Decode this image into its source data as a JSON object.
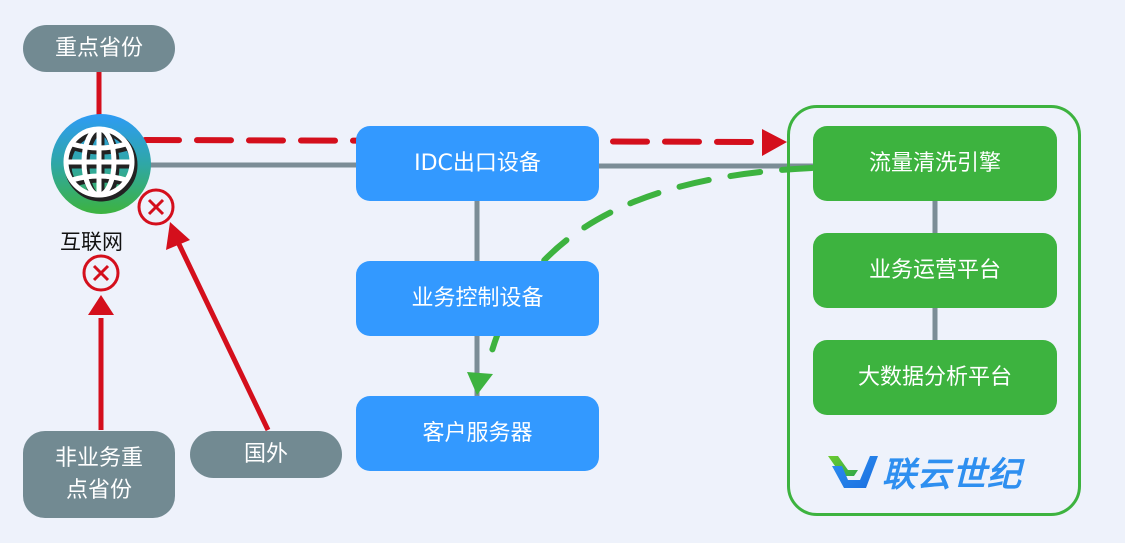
{
  "nodes": {
    "key_province": "重点省份",
    "internet": "互联网",
    "non_key_province": "非业务重\n点省份",
    "overseas": "国外",
    "idc_egress": "IDC出口设备",
    "service_control": "业务控制设备",
    "customer_server": "客户服务器",
    "traffic_scrubbing": "流量清洗引擎",
    "operations_platform": "业务运营平台",
    "bigdata_platform": "大数据分析平台"
  },
  "logo": {
    "text": "联云世纪",
    "icon": "lianyun-logo-icon"
  },
  "icons": {
    "internet": "globe-icon",
    "blocked": "circle-x-icon"
  },
  "colors": {
    "background": "#EEF2FB",
    "pill_gray": "#728A92",
    "device_blue": "#3399FF",
    "platform_green": "#3DB33F",
    "link_gray": "#7B8D96",
    "attack_red": "#D40F1C",
    "clean_green": "#3DB33F",
    "logo_blue": "#2E8FF0"
  },
  "edges": [
    {
      "from": "key_province",
      "to": "internet",
      "style": "solid-red"
    },
    {
      "from": "internet",
      "to": "traffic_scrubbing",
      "style": "dashed-red-arrow"
    },
    {
      "from": "internet",
      "to": "idc_egress",
      "style": "solid-gray"
    },
    {
      "from": "idc_egress",
      "to": "traffic_scrubbing",
      "style": "solid-gray"
    },
    {
      "from": "idc_egress",
      "to": "service_control",
      "style": "solid-gray"
    },
    {
      "from": "service_control",
      "to": "customer_server",
      "style": "solid-gray"
    },
    {
      "from": "traffic_scrubbing",
      "to": "customer_server",
      "style": "dashed-green-arrow"
    },
    {
      "from": "traffic_scrubbing",
      "to": "operations_platform",
      "style": "solid-gray"
    },
    {
      "from": "operations_platform",
      "to": "bigdata_platform",
      "style": "solid-gray"
    },
    {
      "from": "non_key_province",
      "to": "internet",
      "style": "solid-red-arrow-blocked"
    },
    {
      "from": "overseas",
      "to": "internet",
      "style": "solid-red-arrow-blocked"
    }
  ]
}
